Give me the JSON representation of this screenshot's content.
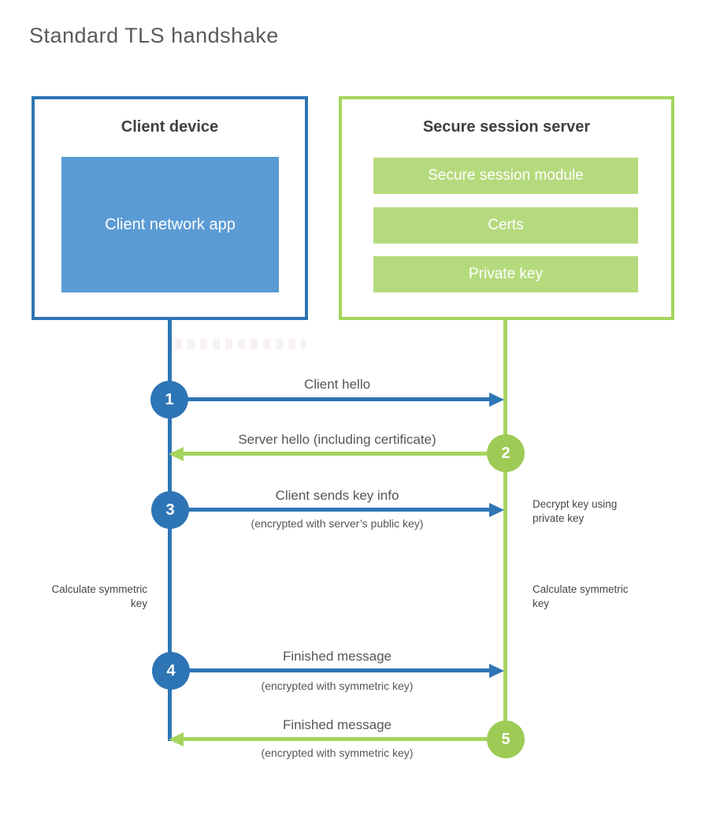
{
  "page": {
    "title": "Standard TLS handshake"
  },
  "colors": {
    "blue": "#2e75b5",
    "blue_fill": "#5b9bd5",
    "green": "#a5d45e",
    "green_fill": "#b5da7d",
    "heading_text": "#3f4041",
    "label_text": "#55565a"
  },
  "client": {
    "title": "Client device",
    "app_label": "Client network app"
  },
  "server": {
    "title": "Secure session server",
    "modules": [
      {
        "label": "Secure session module"
      },
      {
        "label": "Certs"
      },
      {
        "label": "Private key"
      }
    ]
  },
  "steps": [
    {
      "num": "1",
      "label": "Client hello",
      "sub": "",
      "direction": "client-to-server"
    },
    {
      "num": "2",
      "label": "Server hello (including certificate)",
      "sub": "",
      "direction": "server-to-client"
    },
    {
      "num": "3",
      "label": "Client sends key info",
      "sub": "(encrypted with server’s public key)",
      "direction": "client-to-server"
    },
    {
      "num": "4",
      "label": "Finished message",
      "sub": "(encrypted with symmetric key)",
      "direction": "client-to-server"
    },
    {
      "num": "5",
      "label": "Finished message",
      "sub": "(encrypted with symmetric key)",
      "direction": "server-to-client"
    }
  ],
  "annotations": {
    "decrypt": "Decrypt key using private key",
    "calculate_left": "Calculate symmetric key",
    "calculate_right": "Calculate symmetric key"
  }
}
